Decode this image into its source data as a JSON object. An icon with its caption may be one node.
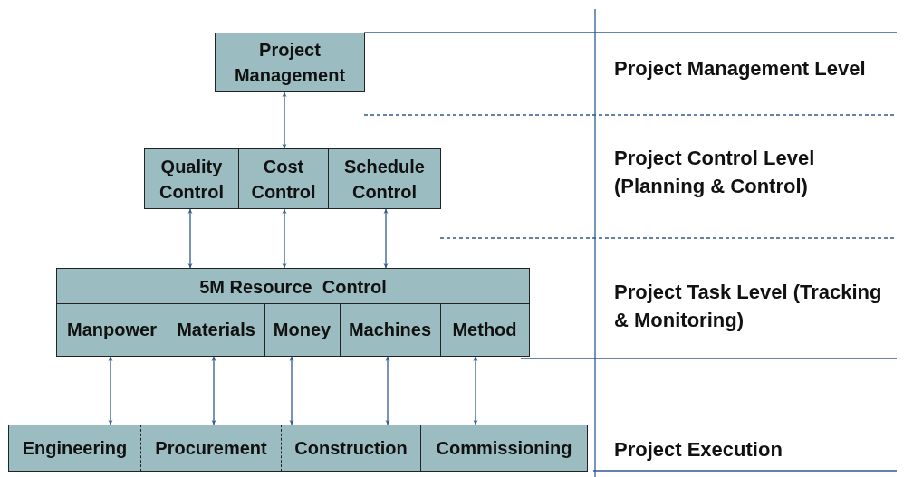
{
  "diagram": {
    "nodes": [
      {
        "text": [
          "Project Management"
        ]
      },
      {
        "text": [
          "Quality Control"
        ]
      },
      {
        "text": [
          "Cost Control"
        ]
      },
      {
        "text": [
          "Schedule Control"
        ]
      },
      {
        "text": [
          "5M Resource  Control"
        ]
      },
      {
        "text": [
          "Manpower"
        ],
        "in": 4
      },
      {
        "text": [
          "Materials"
        ],
        "in": 4
      },
      {
        "text": [
          "Money"
        ],
        "in": 4
      },
      {
        "text": [
          "Machines"
        ],
        "in": 4
      },
      {
        "text": [
          "Method"
        ],
        "in": 4
      },
      {
        "text": [
          "Engineering"
        ]
      },
      {
        "text": [
          "Procurement"
        ]
      },
      {
        "text": [
          "Construction"
        ]
      },
      {
        "text": [
          "Commissioning"
        ]
      }
    ],
    "edges": [
      {
        "from": 0,
        "to": 2,
        "arrow": "both"
      },
      {
        "from": 1,
        "to": 4,
        "arrow": "both"
      },
      {
        "from": 2,
        "to": 4,
        "arrow": "both"
      },
      {
        "from": 3,
        "to": 4,
        "arrow": "both"
      },
      {
        "from": 5,
        "to": 10,
        "arrow": "both"
      },
      {
        "from": 6,
        "to": 11,
        "arrow": "both"
      },
      {
        "from": 7,
        "to": 12,
        "arrow": "both"
      },
      {
        "from": 8,
        "to": 12,
        "arrow": "both"
      },
      {
        "from": 9,
        "to": 13,
        "arrow": "both"
      }
    ],
    "labels": [
      "Project Management Level",
      "Project Control Level (Planning & Control)",
      "Project Task Level (Tracking & Monitoring)",
      "Project Execution"
    ]
  }
}
